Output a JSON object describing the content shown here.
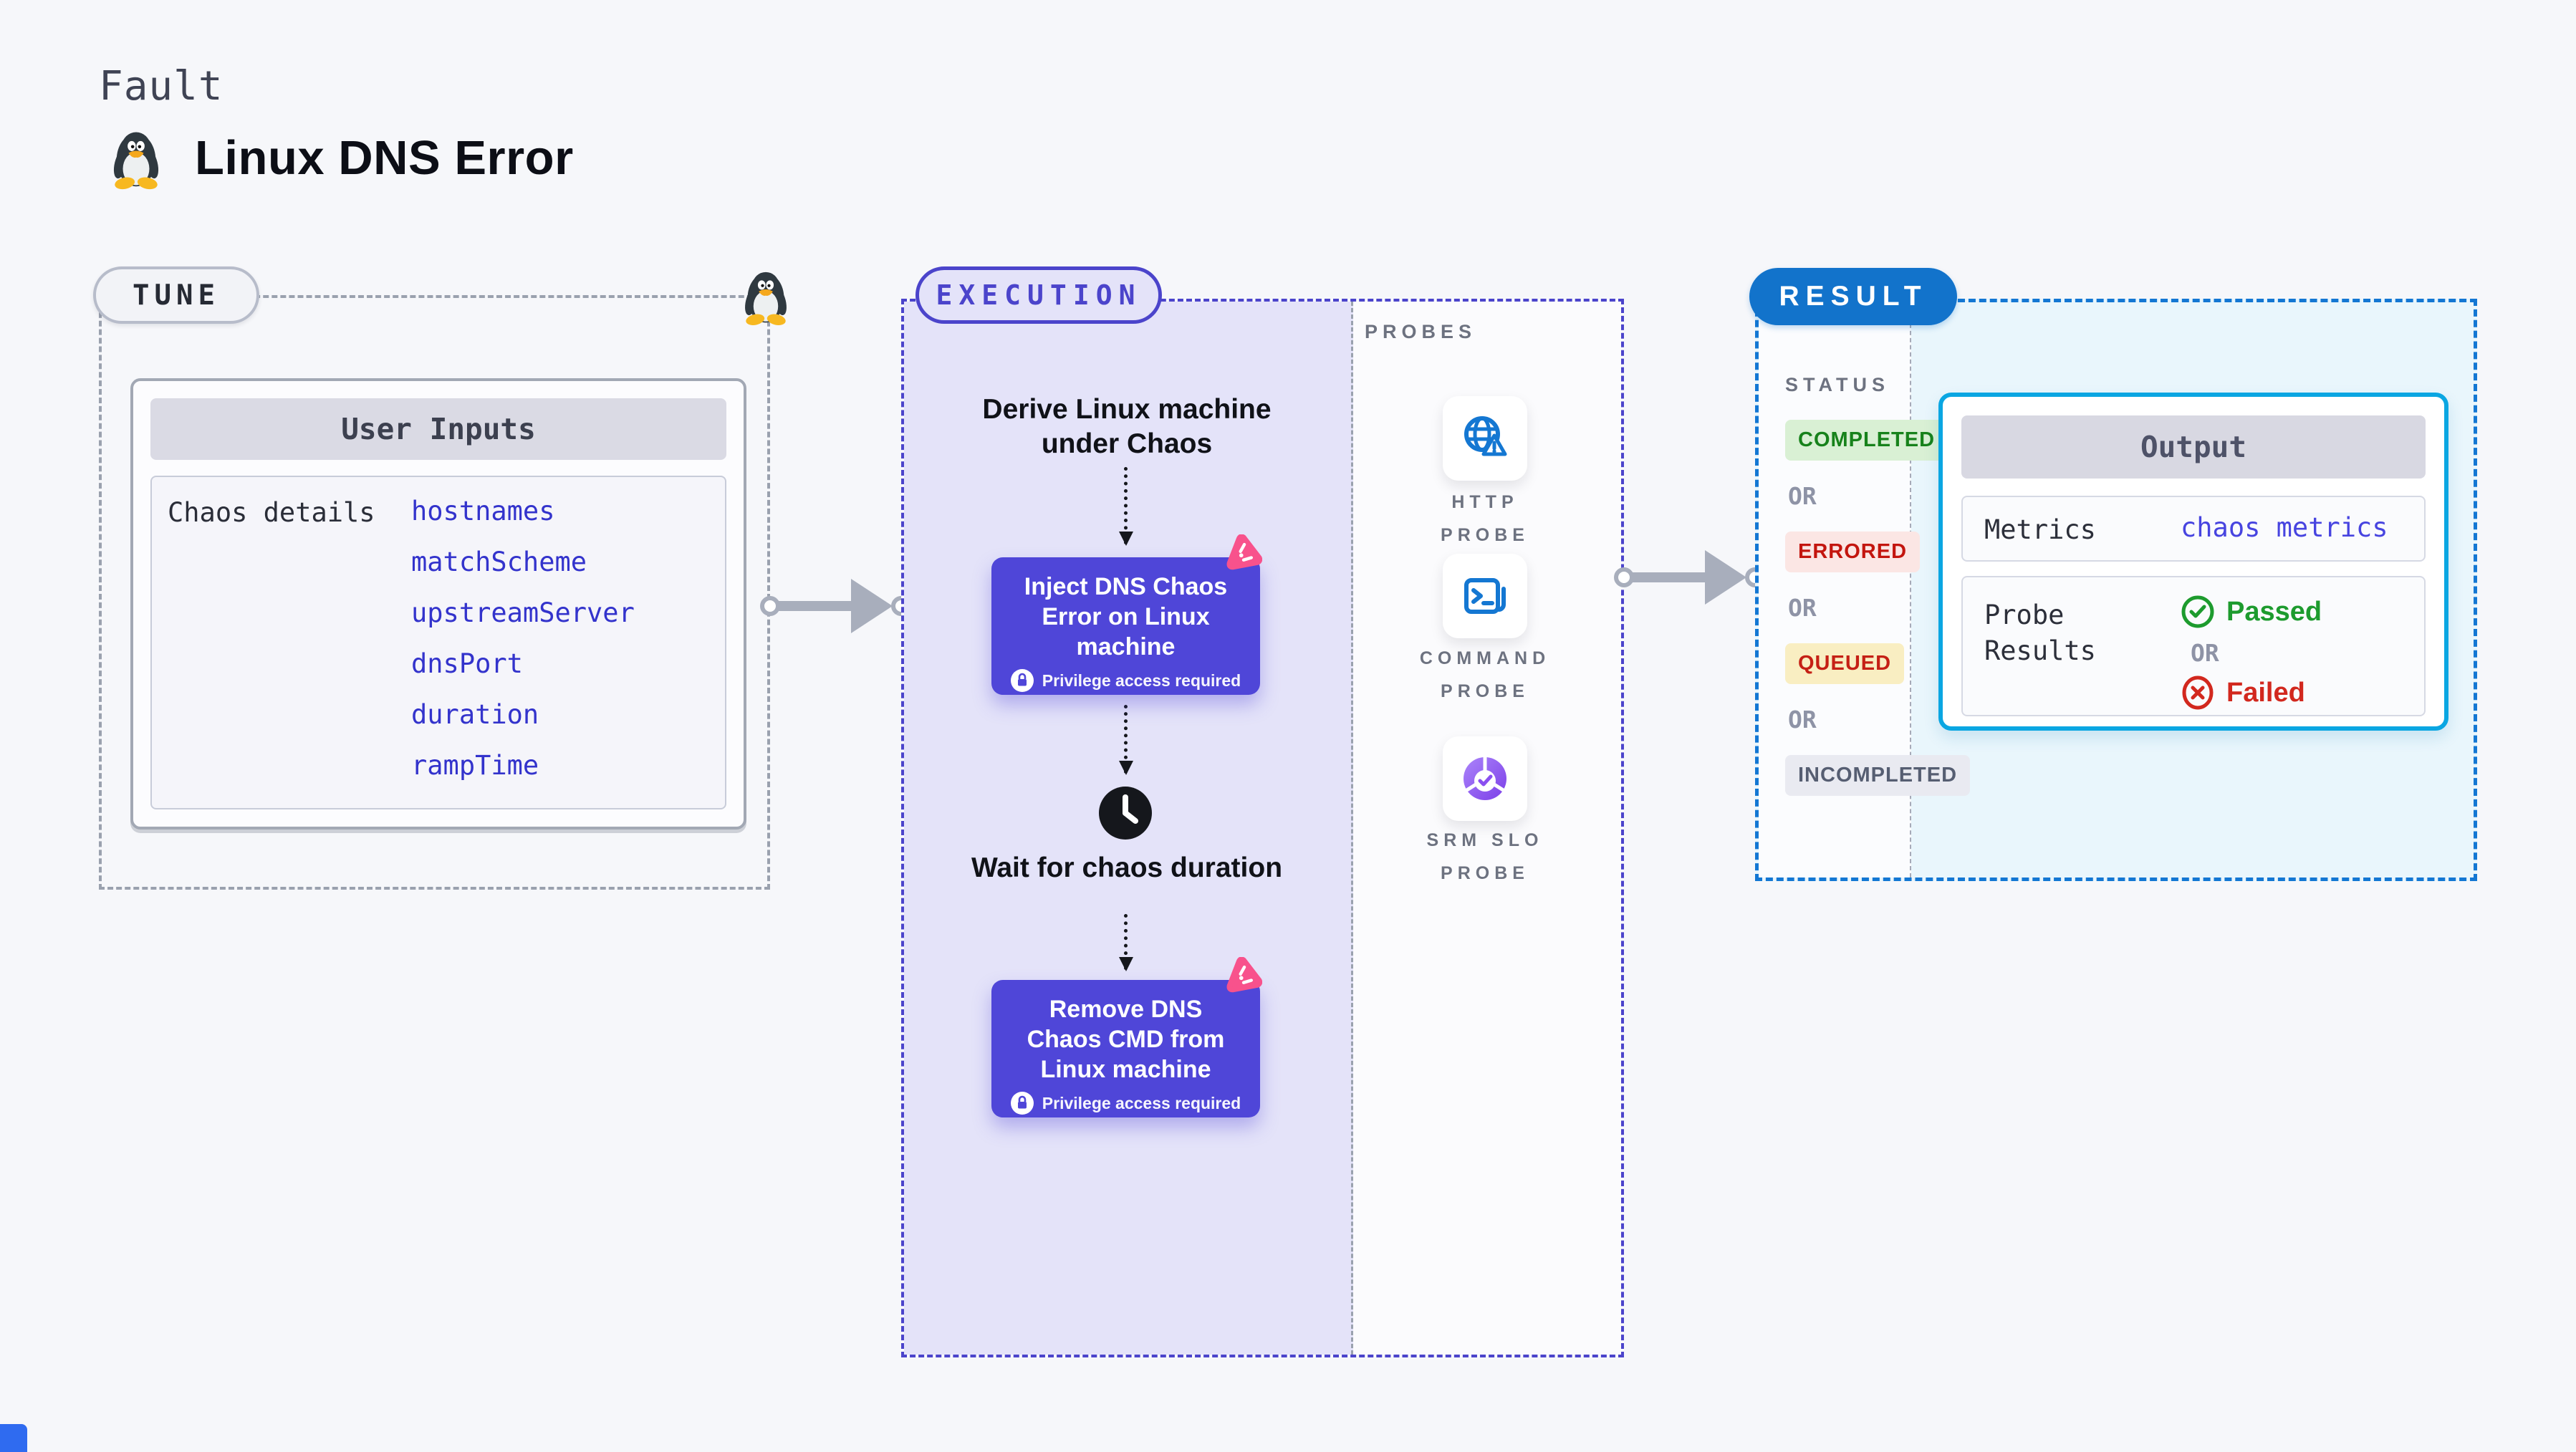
{
  "page": {
    "kind_label": "Fault",
    "title": "Linux DNS Error"
  },
  "tune": {
    "label": "TUNE",
    "card_header": "User Inputs",
    "row_label": "Chaos details",
    "params": [
      "hostnames",
      "matchScheme",
      "upstreamServer",
      "dnsPort",
      "duration",
      "rampTime"
    ]
  },
  "execution": {
    "label": "EXECUTION",
    "step_derive": "Derive Linux machine under Chaos",
    "card_inject": "Inject DNS Chaos Error on Linux machine",
    "privilege_label": "Privilege access required",
    "step_wait": "Wait for chaos duration",
    "card_remove": "Remove DNS Chaos CMD from Linux machine"
  },
  "probes": {
    "label": "PROBES",
    "items": [
      {
        "name": "HTTP PROBE",
        "icon": "globe-warning-icon"
      },
      {
        "name": "COMMAND PROBE",
        "icon": "terminal-icon"
      },
      {
        "name": "SRM SLO PROBE",
        "icon": "slo-donut-icon"
      }
    ]
  },
  "result": {
    "label": "RESULT",
    "status_label": "STATUS",
    "or": "OR",
    "statuses": [
      "COMPLETED",
      "ERRORED",
      "QUEUED",
      "INCOMPLETED"
    ],
    "output_header": "Output",
    "metrics_label": "Metrics",
    "metrics_value": "chaos metrics",
    "probe_results_label": "Probe Results",
    "passed": "Passed",
    "failed": "Failed"
  },
  "colors": {
    "indigo_accent": "#4b44cb",
    "card_indigo": "#4f46d8",
    "lavender_bg": "#e4e3f9",
    "result_blue": "#1273cb",
    "output_cyan": "#0aa6e2",
    "probe_icon_blue": "#1477d2",
    "chaos_logo_pink": "#f8528c",
    "passed_green": "#1d9b2e",
    "failed_red": "#d2281e",
    "completed_bg": "#d9f0d4",
    "errored_bg": "#fbe6e4",
    "queued_bg": "#f9eec2",
    "incompleted_bg": "#e9eaf1"
  }
}
